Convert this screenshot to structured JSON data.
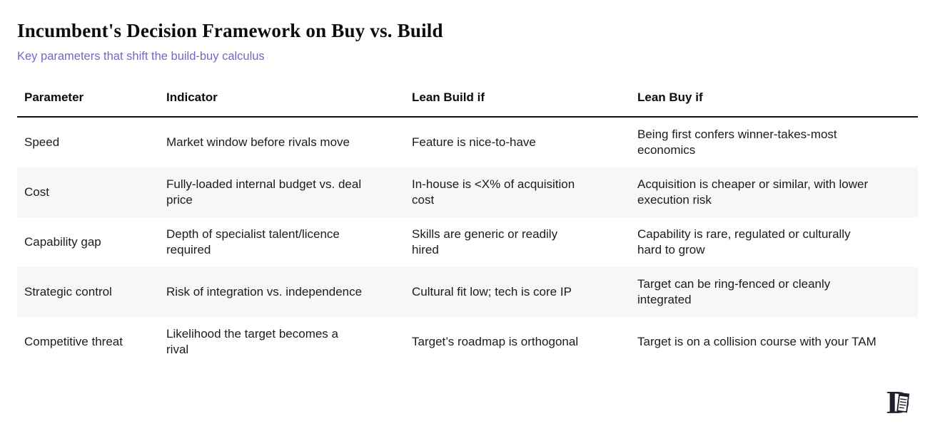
{
  "header": {
    "title": "Incumbent's Decision Framework on Buy vs. Build",
    "subtitle": "Key parameters that shift the build-buy calculus"
  },
  "colors": {
    "subtitle": "#7766c6",
    "stripe": "#f7f7f7",
    "rule": "#111111",
    "logo": "#20202c"
  },
  "chart_data": {
    "type": "table",
    "title": "Incumbent's Decision Framework on Buy vs. Build",
    "subtitle": "Key parameters that shift the build-buy calculus",
    "columns": [
      "Parameter",
      "Indicator",
      "Lean Build if",
      "Lean Buy if"
    ],
    "rows": [
      [
        "Speed",
        "Market window before rivals move",
        "Feature is nice-to-have",
        "Being first confers winner-takes-most\neconomics"
      ],
      [
        "Cost",
        "Fully-loaded internal budget vs. deal\nprice",
        "In-house is <X% of acquisition\ncost",
        "Acquisition is cheaper or similar, with lower\nexecution risk"
      ],
      [
        "Capability gap",
        "Depth of specialist talent/licence\nrequired",
        "Skills are generic or readily\nhired",
        "Capability is rare, regulated or culturally\nhard to grow"
      ],
      [
        "Strategic control",
        "Risk of integration vs. independence",
        "Cultural fit low; tech is core IP",
        "Target can be ring-fenced or cleanly\nintegrated"
      ],
      [
        "Competitive threat",
        "Likelihood the target becomes a\nrival",
        "Target’s roadmap is orthogonal",
        "Target is on a collision course with your TAM"
      ]
    ],
    "layout": {
      "striped_rows": [
        2,
        4
      ],
      "grid": false,
      "legend": "none"
    }
  },
  "logo": {
    "label": "publisher monogram D with scroll"
  }
}
